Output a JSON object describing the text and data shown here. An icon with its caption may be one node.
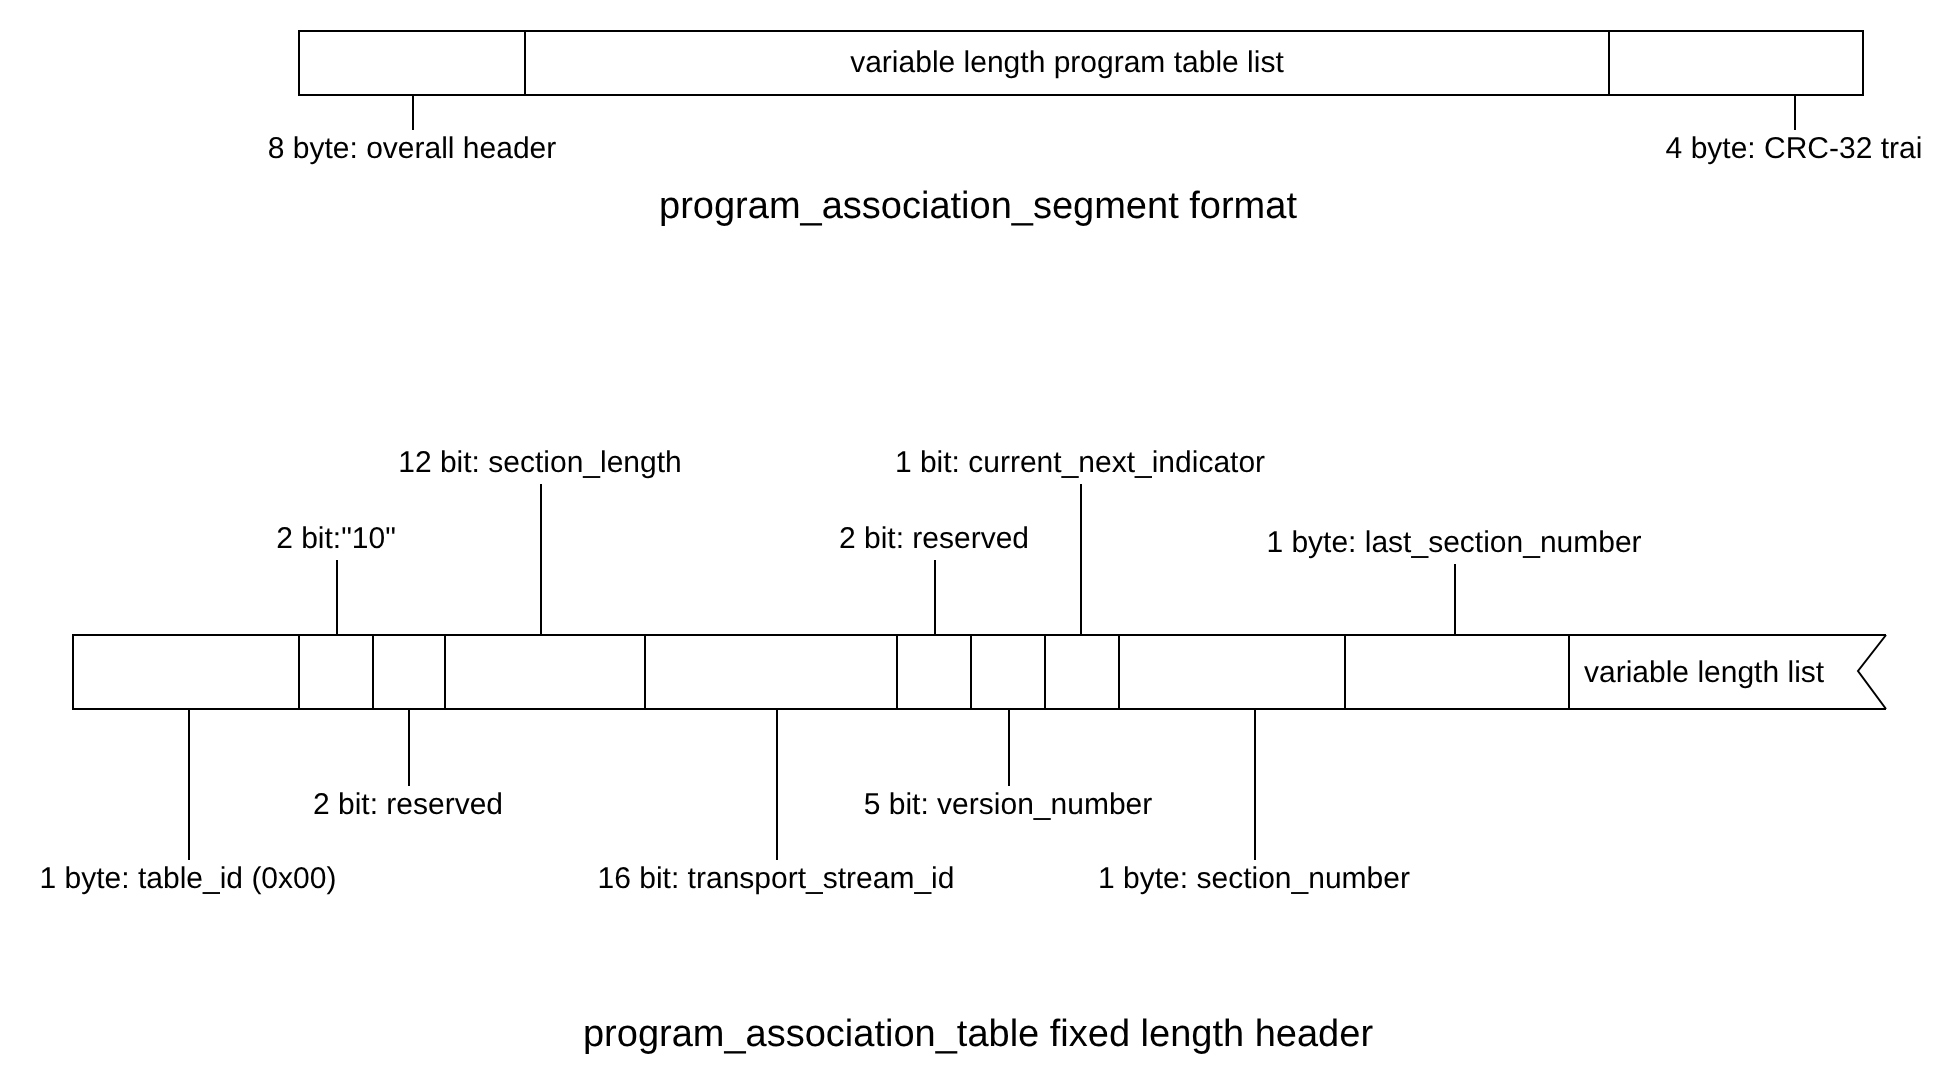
{
  "diagram": {
    "nodes": [
      {
        "text": [],
        "shape": "box"
      },
      {
        "text": [
          "variable length program table list"
        ]
      },
      {
        "text": [],
        "shape": "box"
      },
      {
        "text": [
          "8 byte: overall header"
        ]
      },
      {
        "text": [
          "4 byte: CRC-32 trai"
        ]
      },
      {
        "text": [],
        "shape": "box"
      },
      {
        "text": [],
        "shape": "box"
      },
      {
        "text": [],
        "shape": "box"
      },
      {
        "text": [],
        "shape": "box"
      },
      {
        "text": [],
        "shape": "box"
      },
      {
        "text": [],
        "shape": "box"
      },
      {
        "text": [],
        "shape": "box"
      },
      {
        "text": [],
        "shape": "box"
      },
      {
        "text": [],
        "shape": "box"
      },
      {
        "text": [],
        "shape": "box"
      },
      {
        "text": [
          "variable length list"
        ]
      },
      {
        "text": [
          "12 bit: section_length"
        ]
      },
      {
        "text": [
          "1 bit: current_next_indicator"
        ]
      },
      {
        "text": [
          "2 bit:\"10\""
        ]
      },
      {
        "text": [
          "2 bit: reserved"
        ]
      },
      {
        "text": [
          "1 byte: last_section_number"
        ]
      },
      {
        "text": [
          "2 bit: reserved"
        ]
      },
      {
        "text": [
          "5 bit: version_number"
        ]
      },
      {
        "text": [
          "1 byte: table_id (0x00)"
        ]
      },
      {
        "text": [
          "16 bit: transport_stream_id"
        ]
      },
      {
        "text": [
          "1 byte: section_number"
        ]
      }
    ],
    "edges": [
      {
        "from": 3,
        "to": 0,
        "arrow": "none"
      },
      {
        "from": 4,
        "to": 2,
        "arrow": "none"
      },
      {
        "from": 16,
        "to": 8,
        "arrow": "none"
      },
      {
        "from": 17,
        "to": 12,
        "arrow": "none"
      },
      {
        "from": 18,
        "to": 6,
        "arrow": "none"
      },
      {
        "from": 19,
        "to": 10,
        "arrow": "none"
      },
      {
        "from": 20,
        "to": 14,
        "arrow": "none"
      },
      {
        "from": 21,
        "to": 7,
        "arrow": "none"
      },
      {
        "from": 22,
        "to": 11,
        "arrow": "none"
      },
      {
        "from": 23,
        "to": 5,
        "arrow": "none"
      },
      {
        "from": 24,
        "to": 9,
        "arrow": "none"
      },
      {
        "from": 25,
        "to": 13,
        "arrow": "none"
      }
    ],
    "labels": [
      "program_association_segment format",
      "program_association_table fixed length header"
    ]
  }
}
